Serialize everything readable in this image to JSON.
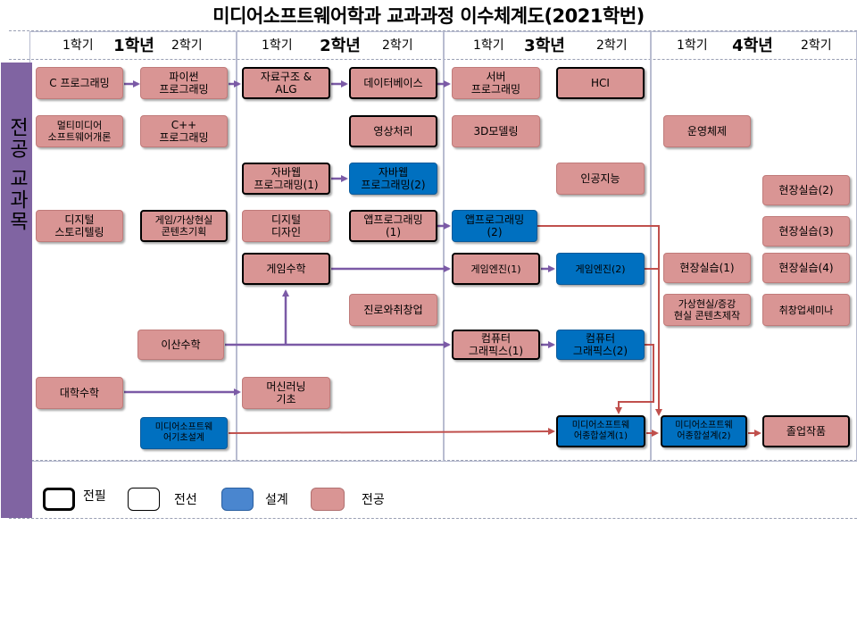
{
  "title": "미디어소프트웨어학과 교과과정 이수체계도(2021학번)",
  "side_label": "전공 교과목",
  "years": [
    {
      "label": "1학년",
      "sem1": "1학기",
      "sem2": "2학기"
    },
    {
      "label": "2학년",
      "sem1": "1학기",
      "sem2": "2학기"
    },
    {
      "label": "3학년",
      "sem1": "1학기",
      "sem2": "2학기"
    },
    {
      "label": "4학년",
      "sem1": "1학기",
      "sem2": "2학기"
    }
  ],
  "colors": {
    "major": "#d99594",
    "design": "#0070c0",
    "sidebar": "#8064a2",
    "arrow_purple": "#7b5aa6",
    "arrow_red": "#c0504d"
  },
  "courses": {
    "c_programming": "C 프로그래밍",
    "python": "파이썬\n프로그래밍",
    "data_structures": "자료구조 &\nALG",
    "database": "데이터베이스",
    "server_programming": "서버\n프로그래밍",
    "hci": "HCI",
    "multimedia_intro": "멀티미디어\n소프트웨어개론",
    "cpp": "C++\n프로그래밍",
    "image_processing": "영상처리",
    "modeling_3d": "3D모델링",
    "os": "운영체제",
    "java_web1": "자바웹\n프로그래밍(1)",
    "java_web2": "자바웹\n프로그래밍(2)",
    "ai": "인공지능",
    "field_practice2": "현장실습(2)",
    "digital_storytelling": "디지털\n스토리텔링",
    "game_vr_planning": "게임/가상현실\n콘텐츠기획",
    "digital_design": "디지털\n디자인",
    "app_programming1": "앱프로그래밍\n(1)",
    "app_programming2": "앱프로그래밍\n(2)",
    "field_practice3": "현장실습(3)",
    "game_math": "게임수학",
    "game_engine1": "게임엔진(1)",
    "game_engine2": "게임엔진(2)",
    "field_practice1": "현장실습(1)",
    "field_practice4": "현장실습(4)",
    "career_startup": "진로와취창업",
    "vr_ar_production": "가상현실/증강\n현실 콘텐츠제작",
    "job_seminar": "취창업세미나",
    "discrete_math": "이산수학",
    "graphics1": "컴퓨터\n그래픽스(1)",
    "graphics2": "컴퓨터\n그래픽스(2)",
    "college_math": "대학수학",
    "ml_basics": "머신러닝\n기초",
    "basic_design": "미디어소프트웨\n어기초설계",
    "capstone1": "미디어소프트웨\n어종합설계(1)",
    "capstone2": "미디어소프트웨\n어종합설계(2)",
    "graduation_project": "졸업작품"
  },
  "legend": {
    "required": "전필",
    "elective": "전선",
    "design": "설계",
    "major": "전공"
  }
}
